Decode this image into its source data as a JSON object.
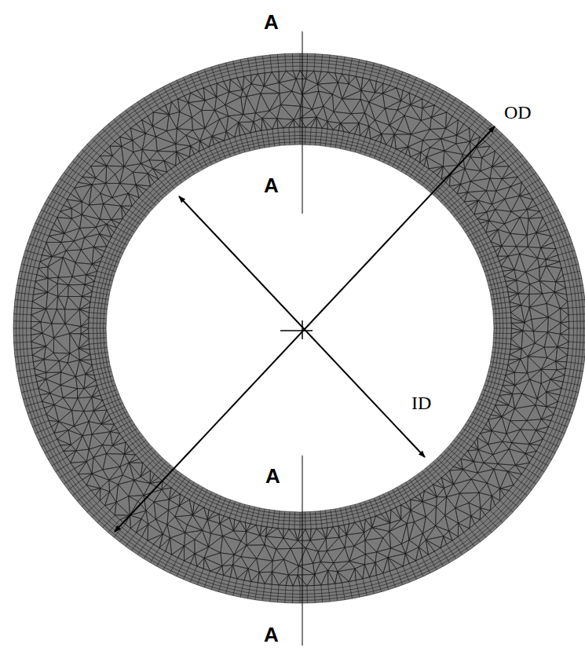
{
  "diagram": {
    "labels": [
      "A",
      "OD",
      "A",
      "ID",
      "A",
      "A"
    ]
  }
}
